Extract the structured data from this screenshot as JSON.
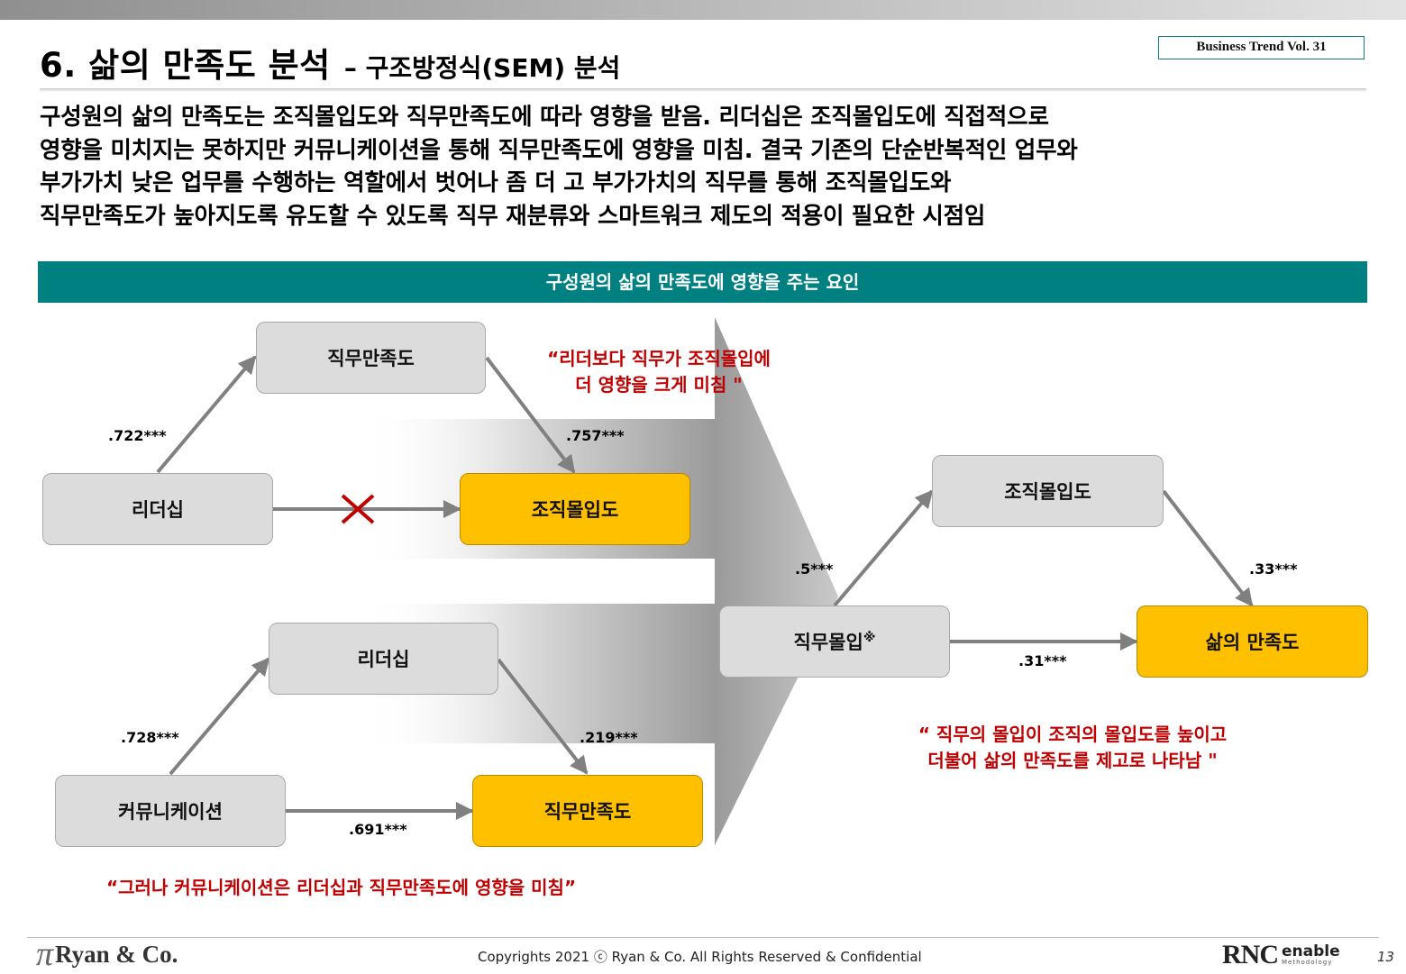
{
  "header": {
    "title": "6. 삶의 만족도 분석",
    "subtitle": "– 구조방정식(SEM) 분석",
    "badge": "Business Trend Vol. 31"
  },
  "summary_lines": [
    "구성원의 삶의 만족도는 조직몰입도와 직무만족도에 따라 영향을 받음. 리더십은 조직몰입도에 직접적으로",
    "영향을 미치지는 못하지만 커뮤니케이션을 통해 직무만족도에 영향을 미침. 결국 기존의 단순반복적인 업무와",
    "부가가치 낮은 업무를 수행하는 역할에서 벗어나 좀 더 고 부가가치의 직무를 통해 조직몰입도와",
    "직무만족도가 높아지도록 유도할 수 있도록 직무 재분류와 스마트워크 제도의 적용이 필요한 시점임"
  ],
  "section_title": "구성원의 삶의 만족도에 영향을 주는 요인",
  "diagram": {
    "model1": {
      "nodes": {
        "job_satisfaction": "직무만족도",
        "leadership": "리더십",
        "org_commitment": "조직몰입도"
      },
      "coef_leader_to_job": ".722***",
      "coef_job_to_org": ".757***",
      "quote_line1": "“리더보다 직무가 조직몰입에",
      "quote_line2": "더 영향을 크게 미침 \""
    },
    "model2": {
      "nodes": {
        "leadership": "리더십",
        "communication": "커뮤니케이션",
        "job_satisfaction": "직무만족도"
      },
      "coef_comm_to_leader": ".728***",
      "coef_leader_to_job": ".219***",
      "coef_comm_to_job": ".691***",
      "quote": "“그러나 커뮤니케이션은 리더십과 직무만족도에 영향을 미침”"
    },
    "model3": {
      "nodes": {
        "job_commitment": "직무몰입",
        "job_commitment_mark": "※",
        "org_commitment": "조직몰입도",
        "life_satisfaction": "삶의 만족도"
      },
      "coef_job_to_org": ".5***",
      "coef_org_to_life": ".33***",
      "coef_job_to_life": ".31***",
      "quote_line1": "“ 직무의 몰입이 조직의 몰입도를 높이고",
      "quote_line2": "더불어 삶의 만족도를 제고로 나타남 \""
    },
    "colors": {
      "gray_node": "#dcdcdc",
      "highlight_node": "#ffc000",
      "arrow": "#808080",
      "no_effect_mark": "#c00000",
      "quote_text": "#c00000",
      "section_band": "#008080"
    }
  },
  "footer": {
    "left_logo": "Ryan & Co.",
    "copyright": "Copyrights 2021 ⓒ Ryan & Co. All Rights Reserved & Confidential",
    "right_logo_main": "RNC",
    "right_logo_enable": "enable",
    "right_logo_sub": "Methodology",
    "page_number": "13"
  }
}
